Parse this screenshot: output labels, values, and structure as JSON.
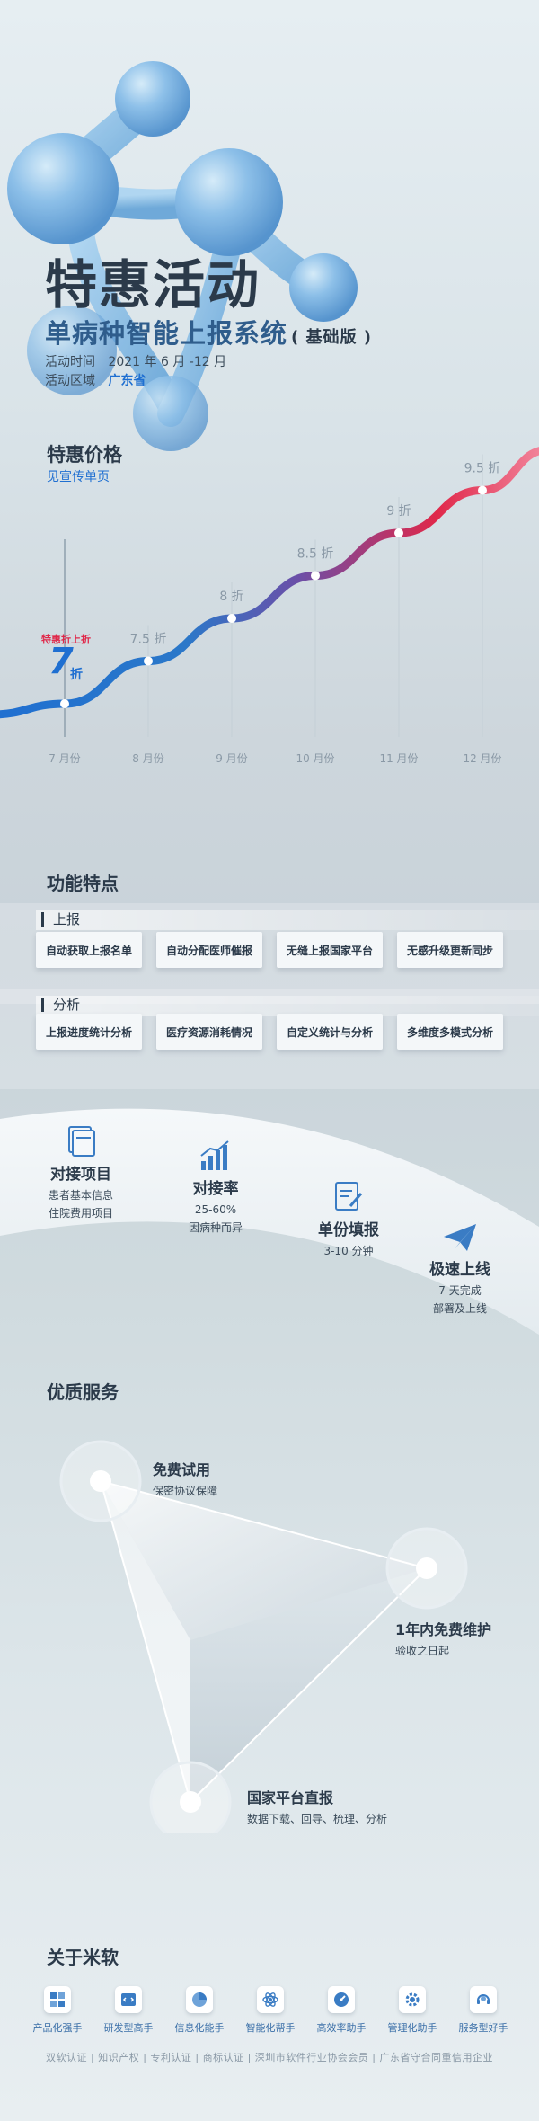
{
  "hero": {
    "title": "特惠活动",
    "subtitle": "单病种智能上报系统",
    "edition": "( 基础版 )",
    "time_label": "活动时间",
    "time_value": "2021 年 6 月 -12 月",
    "region_label": "活动区域",
    "region_value": "广东省"
  },
  "price": {
    "title": "特惠价格",
    "link": "见宣传单页",
    "start_badge": "特惠折上折",
    "start_value": "7",
    "start_unit": "折"
  },
  "chart_data": {
    "type": "line",
    "categories": [
      "7 月份",
      "8 月份",
      "9 月份",
      "10 月份",
      "11 月份",
      "12 月份"
    ],
    "values": [
      7,
      7.5,
      8,
      8.5,
      9,
      9.5
    ],
    "point_labels": [
      "7折",
      "7.5 折",
      "8 折",
      "8.5 折",
      "9 折",
      "9.5 折"
    ],
    "title": "特惠价格",
    "grid": true,
    "colors": [
      "#1f6fd1",
      "#e0284a"
    ]
  },
  "features": {
    "title": "功能特点",
    "groups": [
      {
        "label": "上报",
        "items": [
          "自动获取上报名单",
          "自动分配医师催报",
          "无缝上报国家平台",
          "无感升级更新同步"
        ]
      },
      {
        "label": "分析",
        "items": [
          "上报进度统计分析",
          "医疗资源消耗情况",
          "自定义统计与分析",
          "多维度多模式分析"
        ]
      }
    ]
  },
  "stats": [
    {
      "icon": "document-stack-icon",
      "title": "对接项目",
      "lines": [
        "患者基本信息",
        "住院费用项目"
      ]
    },
    {
      "icon": "bar-chart-icon",
      "title": "对接率",
      "lines": [
        "25-60%",
        "因病种而异"
      ]
    },
    {
      "icon": "form-edit-icon",
      "title": "单份填报",
      "lines": [
        "3-10 分钟"
      ]
    },
    {
      "icon": "paper-plane-icon",
      "title": "极速上线",
      "lines": [
        "7 天完成",
        "部署及上线"
      ]
    }
  ],
  "services": {
    "title": "优质服务",
    "items": [
      {
        "title": "免费试用",
        "desc": "保密协议保障"
      },
      {
        "title": "1年内免费维护",
        "desc": "验收之日起"
      },
      {
        "title": "国家平台直报",
        "desc": "数据下载、回导、梳理、分析"
      }
    ]
  },
  "about": {
    "title": "关于米软",
    "products": [
      {
        "icon": "grid-apps-icon",
        "label": "产品化强手"
      },
      {
        "icon": "code-window-icon",
        "label": "研发型高手"
      },
      {
        "icon": "pie-chart-icon",
        "label": "信息化能手"
      },
      {
        "icon": "atom-icon",
        "label": "智能化帮手"
      },
      {
        "icon": "gauge-icon",
        "label": "高效率助手"
      },
      {
        "icon": "gear-icon",
        "label": "管理化助手"
      },
      {
        "icon": "headset-icon",
        "label": "服务型好手"
      }
    ],
    "footer": "双软认证 | 知识产权 | 专利认证 | 商标认证 | 深圳市软件行业协会会员 | 广东省守合同重信用企业"
  }
}
